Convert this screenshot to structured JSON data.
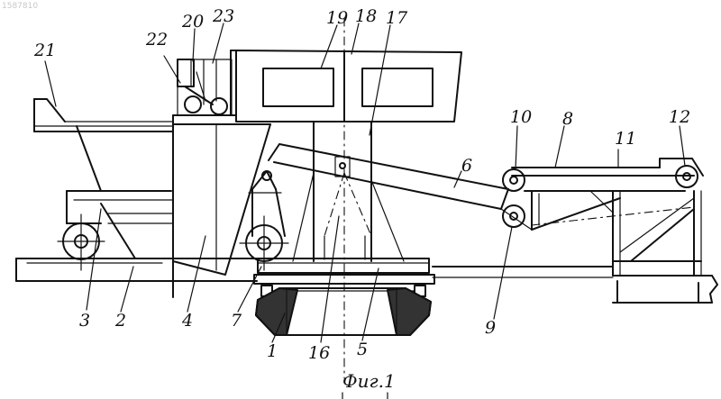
{
  "document_id": "1587810",
  "caption": "Фиг.1",
  "labels": {
    "n1": "1",
    "n2": "2",
    "n3": "3",
    "n4": "4",
    "n5": "5",
    "n6": "6",
    "n7": "7",
    "n8": "8",
    "n9": "9",
    "n10": "10",
    "n11": "11",
    "n12": "12",
    "n16": "16",
    "n17": "17",
    "n18": "18",
    "n19": "19",
    "n20": "20",
    "n21": "21",
    "n22": "22",
    "n23": "23"
  },
  "colors": {
    "ink": "#111111",
    "paper": "#ffffff"
  }
}
